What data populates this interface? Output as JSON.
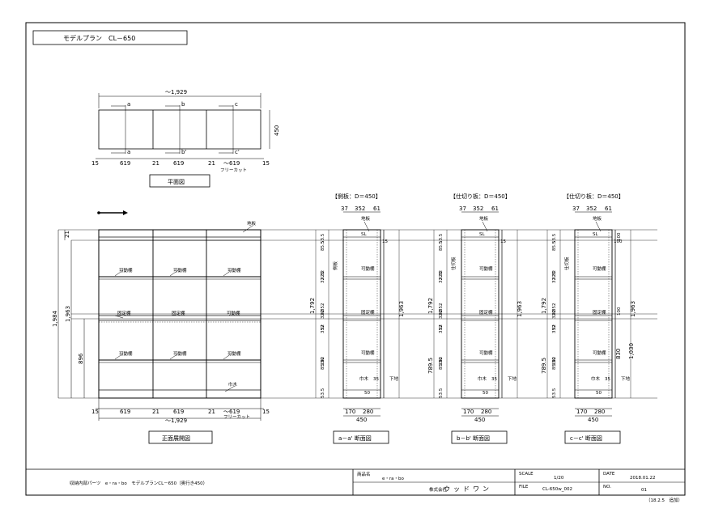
{
  "title": "モデルプラン　CL－650",
  "plan": {
    "overall": "～1,929",
    "markers": [
      "a",
      "b",
      "c"
    ],
    "markers_bottom": [
      "a",
      "b'",
      "c'"
    ],
    "depth": "450",
    "bottom_dims": [
      "15",
      "619",
      "21",
      "619",
      "21",
      "～619",
      "15"
    ],
    "free_cut": "フリーカット",
    "caption": "平面図"
  },
  "front": {
    "arrow": "",
    "left_dims": [
      "21",
      "1,984",
      "1,963",
      "896"
    ],
    "labels_row1": [
      "可動棚",
      "可動棚",
      "可動棚"
    ],
    "labels_row2": [
      "固定棚",
      "固定棚",
      "可動棚"
    ],
    "labels_row3": [
      "可動棚",
      "可動棚",
      "可動棚"
    ],
    "top_board": "地板",
    "bottom_label": "巾木",
    "bottom_dims": [
      "15",
      "619",
      "21",
      "619",
      "21",
      "～619",
      "15"
    ],
    "overall": "～1,929",
    "free_cut_small": "フリーカット",
    "caption": "正面展開図"
  },
  "sections": [
    {
      "header": "【側板：D＝450】",
      "top_dims": [
        "37",
        "352",
        "61"
      ],
      "left_dims": [
        "53.5",
        "85.5",
        "32",
        "320",
        "32",
        "352",
        "32",
        "320",
        "32",
        "352",
        "32",
        "320",
        "85.5",
        "53.5"
      ],
      "outer_left": "1,792",
      "outer_right": "1,963",
      "right_dims": [
        "15"
      ],
      "top_label": "地板",
      "side_label": "側板",
      "sl": "SL",
      "labels": [
        "可動棚",
        "固定棚",
        "可動棚",
        "巾木",
        "下地"
      ],
      "n35": "35",
      "n50": "50",
      "bottom_dims": [
        "170",
        "280"
      ],
      "depth": "450",
      "caption": "a－a' 断面図"
    },
    {
      "header": "【仕切り板：D＝450】",
      "top_dims": [
        "37",
        "352",
        "61"
      ],
      "left_dims": [
        "53.5",
        "85.5",
        "32",
        "320",
        "32",
        "352",
        "32",
        "320",
        "32",
        "352",
        "32",
        "320",
        "85.5",
        "53.5"
      ],
      "outer_left": "1,792",
      "outer_right": "1,963",
      "mid_dim": "789.5",
      "right_dims": [
        "15"
      ],
      "top_label": "地板",
      "side_label": "仕切板",
      "sl": "SL",
      "labels": [
        "可動棚",
        "固定棚",
        "可動棚",
        "巾木",
        "下地"
      ],
      "n35": "35",
      "n50": "50",
      "bottom_dims": [
        "170",
        "280"
      ],
      "depth": "450",
      "caption": "b－b' 断面図"
    },
    {
      "header": "【仕切り板：D＝450】",
      "top_dims": [
        "37",
        "352",
        "61"
      ],
      "left_dims": [
        "53.5",
        "85.5",
        "32",
        "320",
        "32",
        "352",
        "32",
        "320",
        "32",
        "352",
        "32",
        "320",
        "85.5",
        "53.5"
      ],
      "outer_left": "1,792",
      "outer_right": "1,963",
      "mid_dim": "789.5",
      "right_dims": [
        "100",
        "100",
        "100",
        "830",
        "1,030"
      ],
      "top_label": "地板",
      "side_label": "仕切板",
      "sl": "SL",
      "labels": [
        "可動棚",
        "固定棚",
        "可動棚",
        "巾木",
        "下地"
      ],
      "n35": "35",
      "n50": "50",
      "bottom_dims": [
        "170",
        "280"
      ],
      "depth": "450",
      "caption": "c－c' 断面図"
    }
  ],
  "title_block": {
    "left_text": "収納内部パーツ　e・ra・bo　モデルプランCL－650（奥行き450）",
    "brand_label": "商品名",
    "brand": "e・ra・bo",
    "company_label": "株式会社",
    "company": "ウッドワン",
    "scale_label": "SCALE",
    "scale": "1/20",
    "file_label": "FILE",
    "file": "CL-650w_002",
    "date_label": "DATE",
    "date": "2018.01.22",
    "no_label": "NO.",
    "no": "01",
    "revision": "（18.2.5　追加）"
  }
}
